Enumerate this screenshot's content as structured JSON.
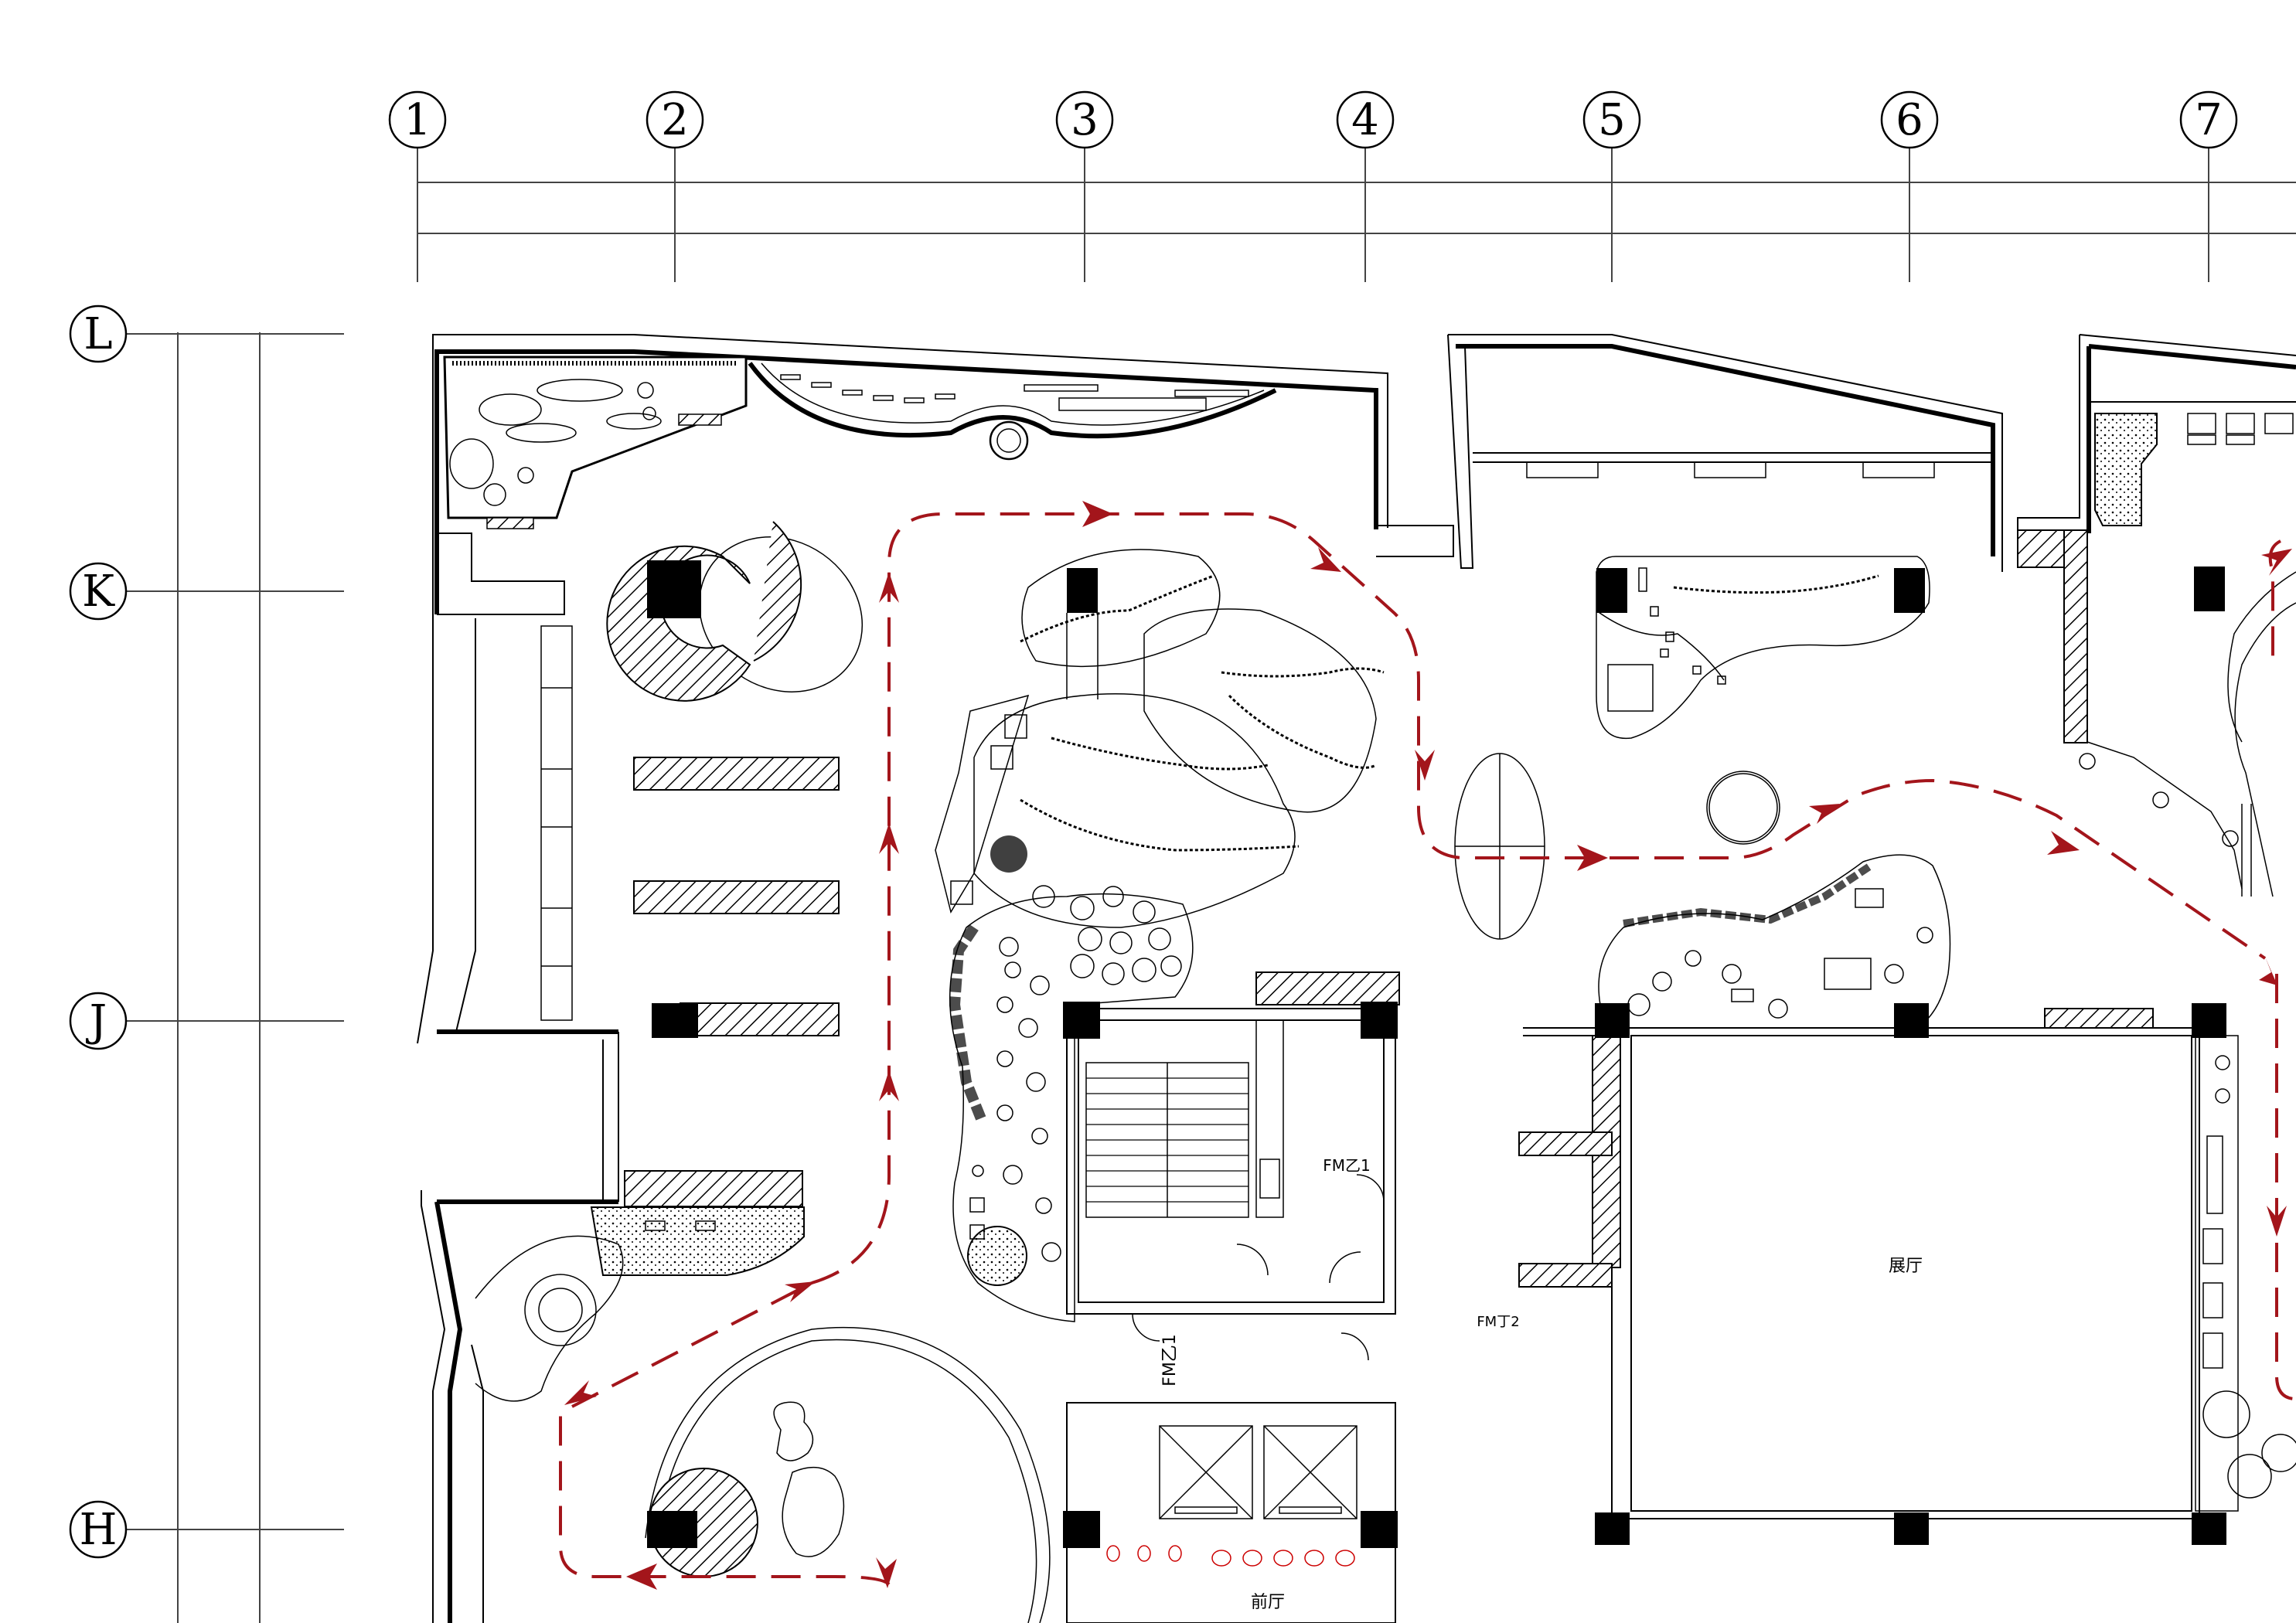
{
  "drawing": {
    "axes_columns": [
      "1",
      "2",
      "3",
      "4",
      "5",
      "6",
      "7"
    ],
    "axes_rows": [
      "L",
      "K",
      "J",
      "H"
    ],
    "door_labels": {
      "door_fm1": "FM乙1",
      "door_fm2": "FM丁2",
      "door_fm3": "FM乙1"
    },
    "room_labels": {
      "room_center": "展厅",
      "room_bottom": "前厅"
    },
    "colors": {
      "line": "#000000",
      "route": "#a3151b",
      "column": "#000000"
    }
  }
}
